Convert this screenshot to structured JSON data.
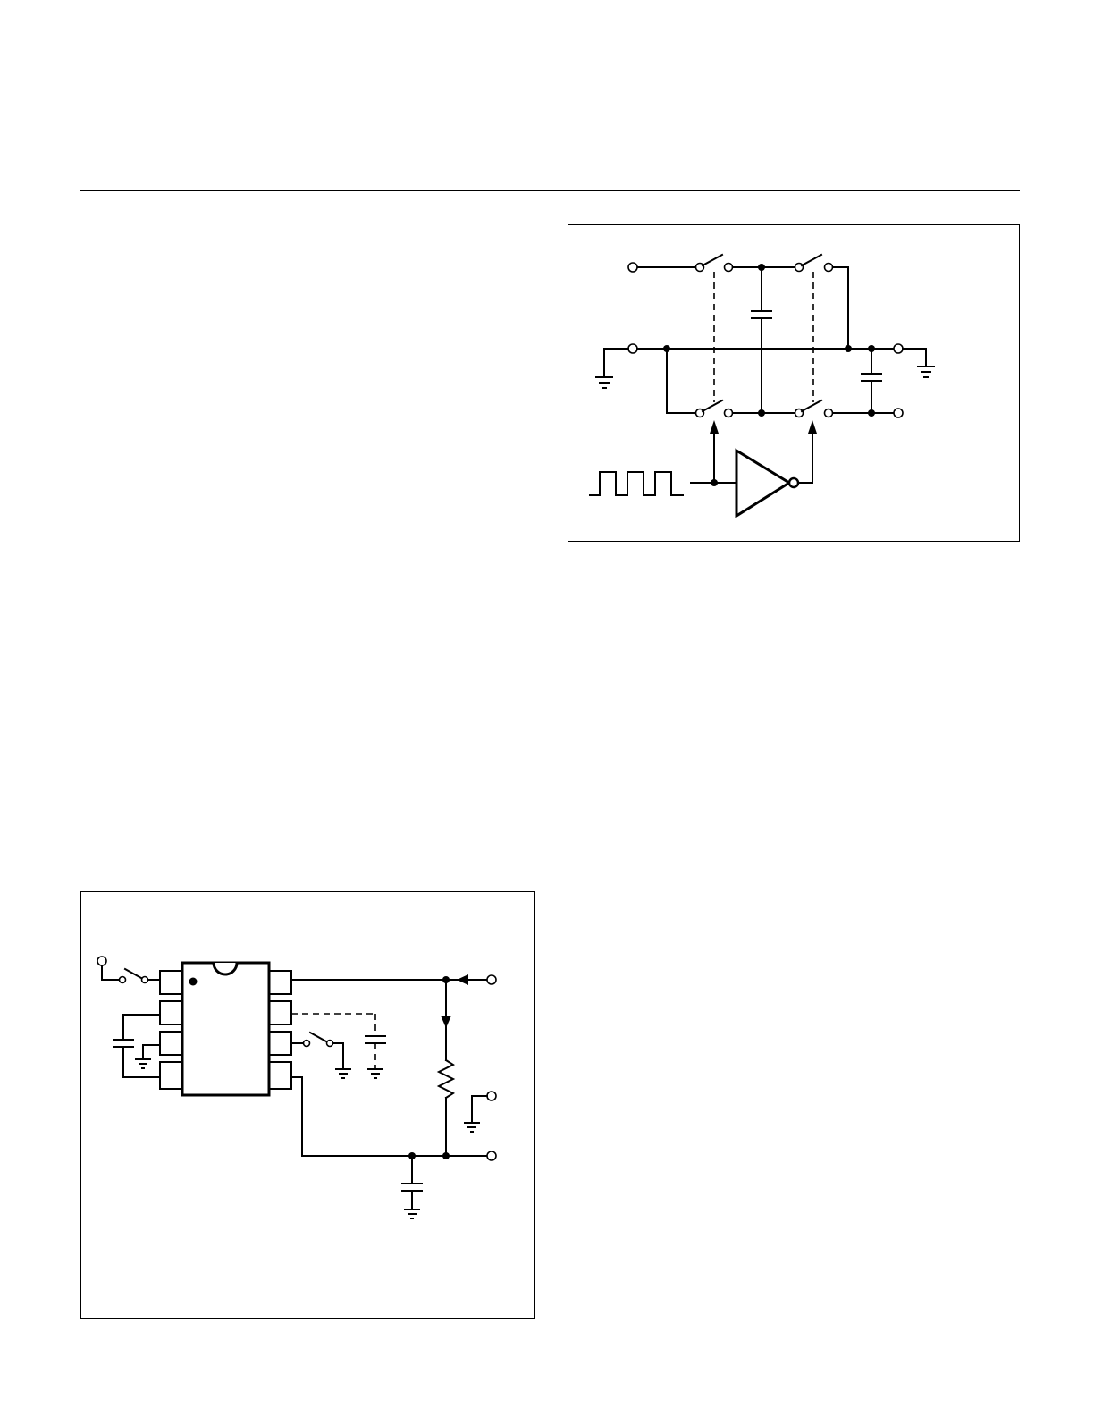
{
  "page": {
    "figures": [
      {
        "name": "switched-capacitor-circuit",
        "kind": "schematic"
      },
      {
        "name": "8-pin-ic-application-circuit",
        "kind": "schematic"
      }
    ]
  }
}
